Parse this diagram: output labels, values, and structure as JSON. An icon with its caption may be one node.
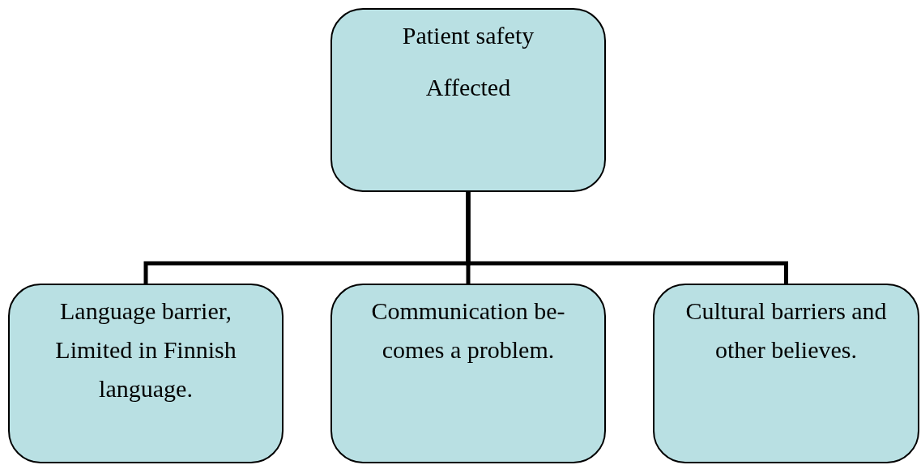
{
  "diagram": {
    "nodes": [
      {
        "text": [
          "Patient safety",
          "Affected"
        ]
      },
      {
        "text": [
          "Language barrier, Limited in Finnish language."
        ]
      },
      {
        "text": [
          "Communication be- comes a problem."
        ]
      },
      {
        "text": [
          "Cultural barriers and other believes."
        ]
      }
    ],
    "edges": [
      {
        "from": 0,
        "to": 1,
        "arrow": "none"
      },
      {
        "from": 0,
        "to": 2,
        "arrow": "none"
      },
      {
        "from": 0,
        "to": 3,
        "arrow": "none"
      }
    ]
  }
}
